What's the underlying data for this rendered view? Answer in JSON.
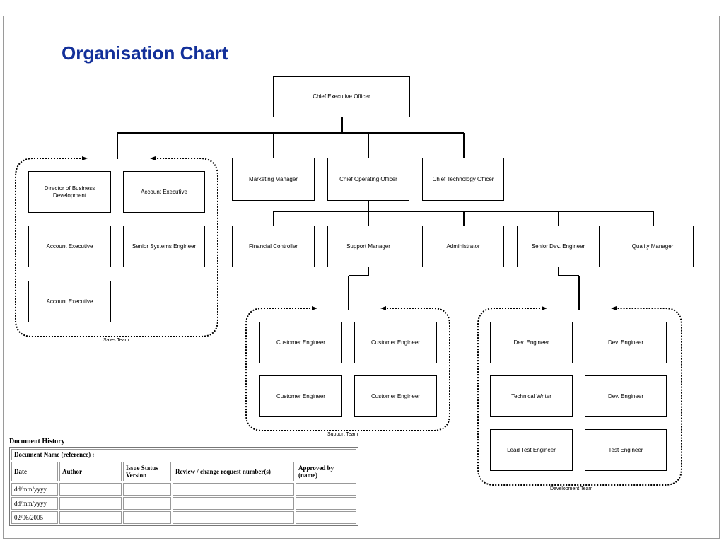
{
  "title": "Organisation Chart",
  "top": {
    "ceo": "Chief Executive Officer"
  },
  "level2": {
    "marketing": "Marketing Manager",
    "coo": "Chief Operating Officer",
    "cto": "Chief Technology Officer"
  },
  "sales": {
    "boxes": [
      "Director of Business Development",
      "Account Executive",
      "Account Executive",
      "Senior Systems Engineer",
      "Account Executive"
    ],
    "label": "Sales Team"
  },
  "level3": {
    "financial": "Financial Controller",
    "support": "Support Manager",
    "admin": "Administrator",
    "senior_dev": "Senior Dev. Engineer",
    "quality": "Quality Manager"
  },
  "support_team": {
    "boxes": [
      "Customer Engineer",
      "Customer Engineer",
      "Customer Engineer",
      "Customer Engineer"
    ],
    "label": "Support Team"
  },
  "dev_team": {
    "boxes": [
      "Dev. Engineer",
      "Dev. Engineer",
      "Technical Writer",
      "Dev. Engineer",
      "Lead Test Engineer",
      "Test Engineer"
    ],
    "label": "Development Team"
  },
  "document_history": {
    "title": "Document History",
    "doc_name": "Document Name (reference) :",
    "headers": [
      "Date",
      "Author",
      "Issue Status Version",
      "Review / change request number(s)",
      "Approved by (name)"
    ],
    "dates": [
      "dd/mm/yyyy",
      "dd/mm/yyyy",
      "02/06/2005"
    ]
  }
}
